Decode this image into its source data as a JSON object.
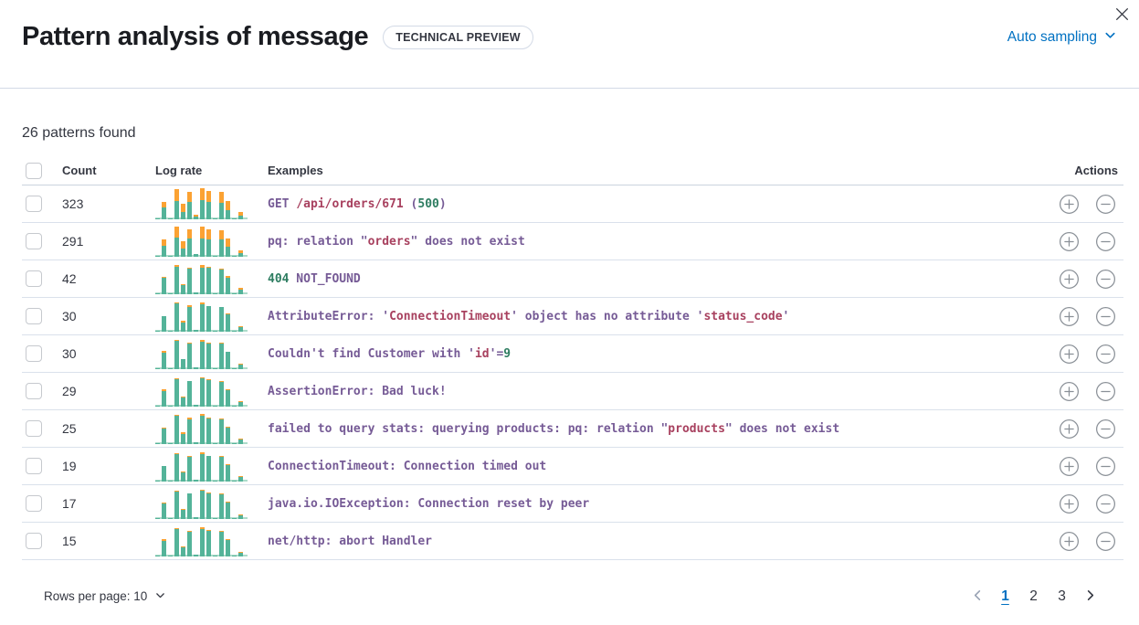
{
  "header": {
    "title": "Pattern analysis of message",
    "badge": "TECHNICAL PREVIEW",
    "sampling_label": "Auto sampling"
  },
  "summary": "26 patterns found",
  "colors": {
    "accent_blue": "#0071C2",
    "chart_teal": "#54B399",
    "chart_orange": "#FBA233",
    "token_purple": "#765B96",
    "token_rose": "#A8415F",
    "token_green": "#2E7D61",
    "border": "#D3DAE6"
  },
  "table": {
    "columns": {
      "count": "Count",
      "log_rate": "Log rate",
      "examples": "Examples",
      "actions": "Actions"
    },
    "rows": [
      {
        "count": "323",
        "bars": [
          [
            1,
            0
          ],
          [
            13,
            6
          ],
          [
            1,
            0
          ],
          [
            20,
            13
          ],
          [
            8,
            9
          ],
          [
            19,
            11
          ],
          [
            3,
            2
          ],
          [
            21,
            13
          ],
          [
            19,
            12
          ],
          [
            1,
            0
          ],
          [
            18,
            12
          ],
          [
            10,
            10
          ],
          [
            1,
            0
          ],
          [
            4,
            4
          ]
        ],
        "example": [
          {
            "text": "GET ",
            "style": "purple"
          },
          {
            "text": "/api/orders/671",
            "style": "rose"
          },
          {
            "text": " (",
            "style": "purple"
          },
          {
            "text": "500",
            "style": "green"
          },
          {
            "text": ")",
            "style": "purple"
          }
        ]
      },
      {
        "count": "291",
        "bars": [
          [
            1,
            0
          ],
          [
            12,
            7
          ],
          [
            1,
            0
          ],
          [
            21,
            12
          ],
          [
            9,
            8
          ],
          [
            20,
            10
          ],
          [
            3,
            0
          ],
          [
            20,
            13
          ],
          [
            19,
            11
          ],
          [
            1,
            0
          ],
          [
            19,
            10
          ],
          [
            11,
            9
          ],
          [
            1,
            0
          ],
          [
            4,
            3
          ]
        ],
        "example": [
          {
            "text": "pq: relation \"",
            "style": "purple"
          },
          {
            "text": "orders",
            "style": "rose"
          },
          {
            "text": "\" does not exist",
            "style": "purple"
          }
        ]
      },
      {
        "count": "42",
        "bars": [
          [
            1,
            0
          ],
          [
            18,
            1
          ],
          [
            1,
            0
          ],
          [
            30,
            2
          ],
          [
            10,
            1
          ],
          [
            28,
            1
          ],
          [
            2,
            0
          ],
          [
            29,
            3
          ],
          [
            29,
            1
          ],
          [
            1,
            0
          ],
          [
            27,
            1
          ],
          [
            18,
            2
          ],
          [
            1,
            0
          ],
          [
            5,
            2
          ]
        ],
        "example": [
          {
            "text": "404",
            "style": "green"
          },
          {
            "text": " NOT_FOUND",
            "style": "purple"
          }
        ]
      },
      {
        "count": "30",
        "bars": [
          [
            1,
            0
          ],
          [
            17,
            0
          ],
          [
            1,
            0
          ],
          [
            31,
            1
          ],
          [
            10,
            2
          ],
          [
            27,
            2
          ],
          [
            2,
            0
          ],
          [
            30,
            2
          ],
          [
            28,
            0
          ],
          [
            1,
            0
          ],
          [
            27,
            0
          ],
          [
            19,
            1
          ],
          [
            1,
            0
          ],
          [
            5,
            1
          ]
        ],
        "example": [
          {
            "text": "AttributeError: '",
            "style": "purple"
          },
          {
            "text": "ConnectionTimeout",
            "style": "rose"
          },
          {
            "text": "' object has no attribute '",
            "style": "purple"
          },
          {
            "text": "status_code",
            "style": "rose"
          },
          {
            "text": "'",
            "style": "purple"
          }
        ]
      },
      {
        "count": "30",
        "bars": [
          [
            1,
            0
          ],
          [
            18,
            2
          ],
          [
            1,
            0
          ],
          [
            31,
            1
          ],
          [
            11,
            0
          ],
          [
            28,
            1
          ],
          [
            2,
            0
          ],
          [
            30,
            2
          ],
          [
            28,
            1
          ],
          [
            1,
            0
          ],
          [
            28,
            1
          ],
          [
            19,
            0
          ],
          [
            1,
            0
          ],
          [
            5,
            1
          ]
        ],
        "example": [
          {
            "text": "Couldn't find Customer with '",
            "style": "purple"
          },
          {
            "text": "id",
            "style": "rose"
          },
          {
            "text": "'=",
            "style": "purple"
          },
          {
            "text": "9",
            "style": "green"
          }
        ]
      },
      {
        "count": "29",
        "bars": [
          [
            1,
            0
          ],
          [
            17,
            2
          ],
          [
            1,
            0
          ],
          [
            30,
            1
          ],
          [
            10,
            1
          ],
          [
            28,
            0
          ],
          [
            2,
            0
          ],
          [
            31,
            1
          ],
          [
            29,
            1
          ],
          [
            1,
            0
          ],
          [
            27,
            1
          ],
          [
            18,
            1
          ],
          [
            1,
            0
          ],
          [
            5,
            1
          ]
        ],
        "example": [
          {
            "text": "AssertionError: Bad luck!",
            "style": "purple"
          }
        ]
      },
      {
        "count": "25",
        "bars": [
          [
            1,
            0
          ],
          [
            17,
            1
          ],
          [
            1,
            0
          ],
          [
            31,
            1
          ],
          [
            11,
            2
          ],
          [
            27,
            2
          ],
          [
            2,
            0
          ],
          [
            31,
            2
          ],
          [
            28,
            1
          ],
          [
            1,
            0
          ],
          [
            27,
            1
          ],
          [
            18,
            1
          ],
          [
            1,
            0
          ],
          [
            5,
            1
          ]
        ],
        "example": [
          {
            "text": "failed to query stats: querying products: pq: relation \"",
            "style": "purple"
          },
          {
            "text": "products",
            "style": "rose"
          },
          {
            "text": "\" does not exist",
            "style": "purple"
          }
        ]
      },
      {
        "count": "19",
        "bars": [
          [
            1,
            0
          ],
          [
            17,
            0
          ],
          [
            1,
            0
          ],
          [
            30,
            1
          ],
          [
            10,
            1
          ],
          [
            27,
            1
          ],
          [
            2,
            0
          ],
          [
            30,
            2
          ],
          [
            28,
            0
          ],
          [
            1,
            0
          ],
          [
            27,
            1
          ],
          [
            18,
            1
          ],
          [
            1,
            0
          ],
          [
            5,
            1
          ]
        ],
        "example": [
          {
            "text": "ConnectionTimeout: Connection timed out",
            "style": "purple"
          }
        ]
      },
      {
        "count": "17",
        "bars": [
          [
            1,
            0
          ],
          [
            17,
            1
          ],
          [
            1,
            0
          ],
          [
            30,
            1
          ],
          [
            10,
            1
          ],
          [
            28,
            0
          ],
          [
            2,
            0
          ],
          [
            31,
            1
          ],
          [
            28,
            1
          ],
          [
            1,
            0
          ],
          [
            27,
            1
          ],
          [
            18,
            1
          ],
          [
            1,
            0
          ],
          [
            4,
            1
          ]
        ],
        "example": [
          {
            "text": "java.io.IOException: Connection reset by peer",
            "style": "purple"
          }
        ]
      },
      {
        "count": "15",
        "bars": [
          [
            1,
            0
          ],
          [
            17,
            2
          ],
          [
            1,
            0
          ],
          [
            30,
            1
          ],
          [
            10,
            1
          ],
          [
            27,
            1
          ],
          [
            2,
            0
          ],
          [
            30,
            2
          ],
          [
            28,
            1
          ],
          [
            1,
            0
          ],
          [
            27,
            1
          ],
          [
            18,
            1
          ],
          [
            1,
            0
          ],
          [
            4,
            1
          ]
        ],
        "example": [
          {
            "text": "net/http: abort Handler",
            "style": "purple"
          }
        ]
      }
    ]
  },
  "footer": {
    "rows_per_page_label": "Rows per page: 10",
    "pagination": {
      "pages": [
        "1",
        "2",
        "3"
      ],
      "active_page": "1"
    }
  }
}
